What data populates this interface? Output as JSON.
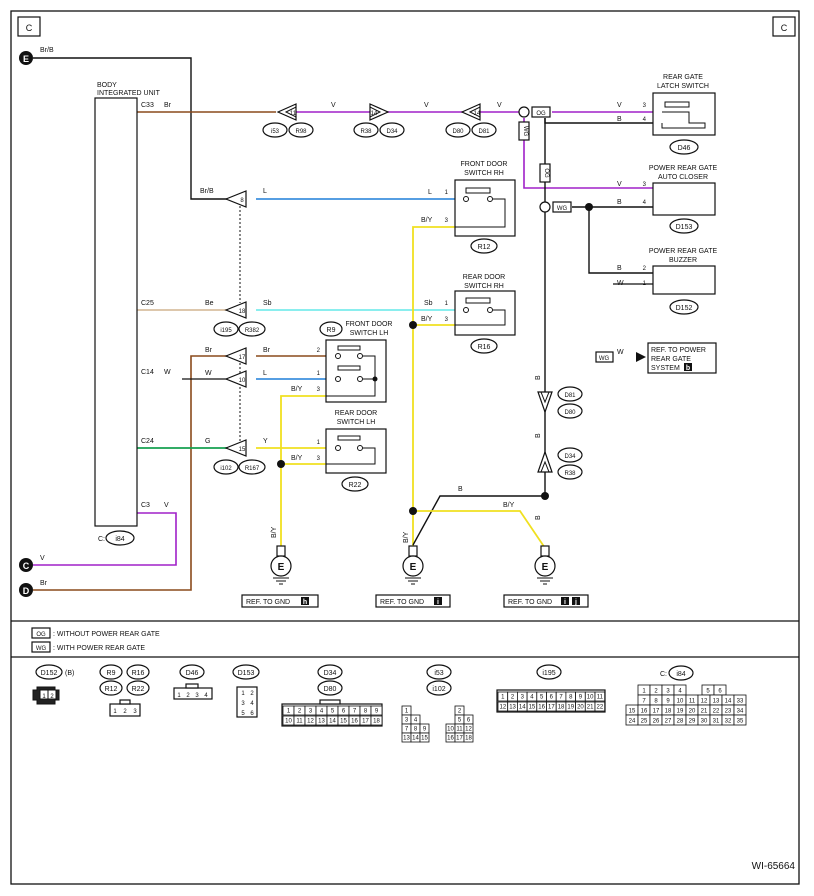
{
  "diagram": {
    "corner_labels": [
      "C",
      "C"
    ],
    "figure_id": "WI-65664",
    "body_unit": {
      "title_line1": "BODY",
      "title_line2": "INTEGRATED UNIT",
      "connector": "C:",
      "connector_ref": "i84",
      "pins": [
        {
          "pin": "C33",
          "wire": "Br"
        },
        {
          "pin": "C25",
          "wire": "Be"
        },
        {
          "pin": "C14",
          "wire": "W"
        },
        {
          "pin": "C24",
          "wire": "G"
        },
        {
          "pin": "C3",
          "wire": "V"
        }
      ]
    },
    "terminals": [
      {
        "letter": "E",
        "wire": "Br/B"
      },
      {
        "letter": "C",
        "wire": "V"
      },
      {
        "letter": "D",
        "wire": "Br"
      }
    ],
    "connectors_top": [
      {
        "pin": "11",
        "refs": [
          "i53",
          "R98"
        ]
      },
      {
        "pin": "14",
        "refs": [
          "R38",
          "D34"
        ]
      },
      {
        "pin": "14",
        "refs": [
          "D80",
          "D81"
        ]
      }
    ],
    "joint_connector": {
      "refs": [
        "i195",
        "R382"
      ],
      "pins": [
        "8",
        "18",
        "17",
        "10",
        "15"
      ],
      "refs2": [
        "i102",
        "R167"
      ]
    },
    "components": [
      {
        "name_line1": "REAR GATE",
        "name_line2": "LATCH SWITCH",
        "ref": "D46",
        "pins": [
          "3",
          "4"
        ],
        "wires": [
          "V",
          "B"
        ]
      },
      {
        "name_line1": "POWER REAR GATE",
        "name_line2": "AUTO CLOSER",
        "ref": "D153",
        "pins": [
          "3",
          "4"
        ],
        "wires": [
          "V",
          "B"
        ]
      },
      {
        "name_line1": "POWER REAR GATE",
        "name_line2": "BUZZER",
        "ref": "D152",
        "pins": [
          "2",
          "1"
        ],
        "wires": [
          "B",
          "W"
        ]
      },
      {
        "name_line1": "FRONT DOOR",
        "name_line2": "SWITCH RH",
        "ref": "R12",
        "pins": [
          "1",
          "3"
        ],
        "wires": [
          "L",
          "B/Y"
        ]
      },
      {
        "name_line1": "REAR DOOR",
        "name_line2": "SWITCH RH",
        "ref": "R16",
        "pins": [
          "1",
          "3"
        ],
        "wires": [
          "Sb",
          "B/Y"
        ]
      },
      {
        "name_line1": "FRONT DOOR",
        "name_line2": "SWITCH LH",
        "ref": "R9",
        "pins": [
          "2",
          "1",
          "3"
        ],
        "wires": [
          "Br",
          "L",
          "B/Y"
        ]
      },
      {
        "name_line1": "REAR DOOR",
        "name_line2": "SWITCH LH",
        "ref": "R22",
        "pins": [
          "1",
          "3"
        ],
        "wires": [
          "Y",
          "B/Y"
        ]
      }
    ],
    "wire_labels": {
      "br": "Br",
      "v": "V",
      "l": "L",
      "sb": "Sb",
      "w": "W",
      "g": "G",
      "y": "Y",
      "b": "B",
      "by": "B/Y",
      "brb": "Br/B",
      "be": "Be"
    },
    "tags": {
      "og": "OG",
      "wg": "WG"
    },
    "inline_connectors": [
      {
        "refs": [
          "D81",
          "D80"
        ]
      },
      {
        "refs": [
          "D34",
          "R38"
        ]
      }
    ],
    "ref_power": {
      "line1": "REF. TO POWER",
      "line2": "REAR GATE",
      "line3": "SYSTEM",
      "badge": "b"
    },
    "grounds": [
      {
        "label": "REF. TO GND",
        "badges": [
          "h"
        ]
      },
      {
        "label": "REF. TO GND",
        "badges": [
          "i"
        ]
      },
      {
        "label": "REF. TO GND",
        "badges": [
          "i",
          "j"
        ]
      }
    ],
    "legend": [
      {
        "tag": "OG",
        "text": ": WITHOUT POWER REAR GATE"
      },
      {
        "tag": "WG",
        "text": ": WITH POWER REAR GATE"
      }
    ],
    "connector_views": [
      {
        "refs": [
          "D152"
        ],
        "suffix": "(B)",
        "pins": [
          "1",
          "2"
        ]
      },
      {
        "refs": [
          "R9",
          "R16",
          "R12",
          "R22"
        ],
        "pins": [
          "1",
          "2",
          "3"
        ]
      },
      {
        "refs": [
          "D46"
        ],
        "pins": [
          "1",
          "2",
          "3",
          "4"
        ]
      },
      {
        "refs": [
          "D153"
        ],
        "pins": [
          "1",
          "2",
          "3",
          "4",
          "5",
          "6"
        ]
      },
      {
        "refs": [
          "D34",
          "D80"
        ],
        "pins": [
          "1",
          "2",
          "3",
          "4",
          "5",
          "6",
          "7",
          "8",
          "9",
          "10",
          "11",
          "12",
          "13",
          "14",
          "15",
          "16",
          "17",
          "18"
        ]
      },
      {
        "refs": [
          "i53",
          "i102"
        ],
        "pins": [
          "1",
          "2",
          "3",
          "4",
          "5",
          "6",
          "7",
          "8",
          "9",
          "10",
          "11",
          "12",
          "13",
          "14",
          "15",
          "16",
          "17",
          "18"
        ]
      },
      {
        "refs": [
          "i195"
        ],
        "pins": [
          "1",
          "2",
          "3",
          "4",
          "5",
          "6",
          "7",
          "8",
          "9",
          "10",
          "11",
          "12",
          "13",
          "14",
          "15",
          "16",
          "17",
          "18",
          "19",
          "20",
          "21",
          "22"
        ]
      },
      {
        "refs": [
          "C:",
          "i84"
        ],
        "pins": [
          "1",
          "2",
          "3",
          "4",
          "5",
          "6",
          "7",
          "8",
          "9",
          "10",
          "11",
          "12",
          "13",
          "14",
          "15",
          "16",
          "17",
          "18",
          "19",
          "20",
          "21",
          "22",
          "23",
          "24",
          "25",
          "26",
          "27",
          "28",
          "29",
          "30",
          "31",
          "32",
          "33",
          "34",
          "35"
        ]
      }
    ],
    "colors": {
      "brown": "#8a4a1c",
      "violet": "#a020c8",
      "blue": "#1e7fd8",
      "beige": "#d8bfa0",
      "sky": "#79ecec",
      "green": "#14a050",
      "yellow": "#f0e020",
      "black": "#111111"
    }
  }
}
